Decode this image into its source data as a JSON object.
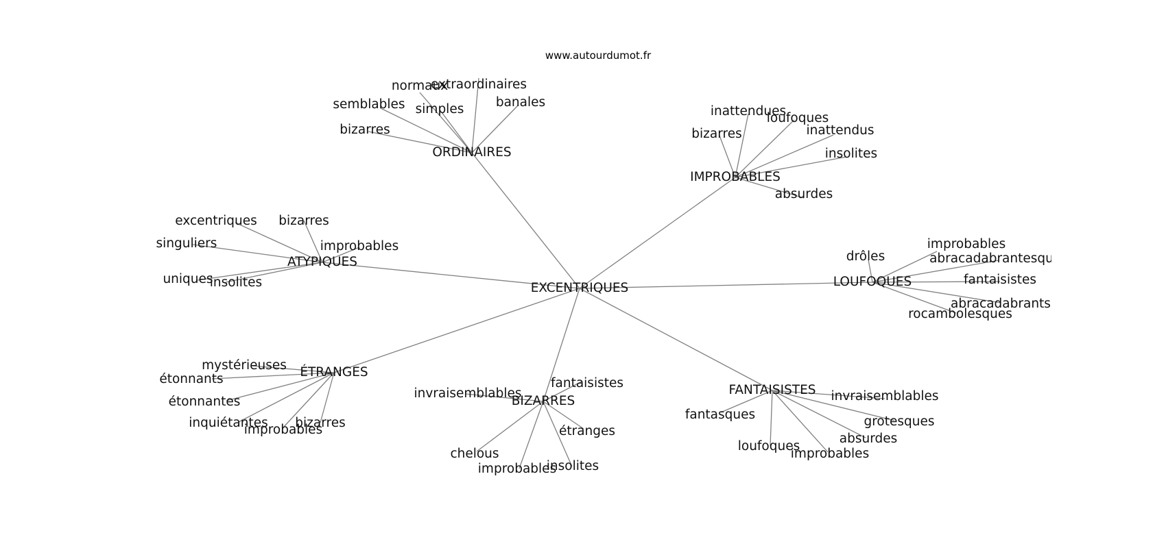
{
  "site": "www.autourdumot.fr",
  "center": "EXCENTRIQUES",
  "groups": [
    {
      "label": "ORDINAIRES",
      "words": [
        "normaux",
        "extraordinaires",
        "semblables",
        "simples",
        "banales",
        "bizarres"
      ]
    },
    {
      "label": "IMPROBABLES",
      "words": [
        "inattendues",
        "loufoques",
        "bizarres",
        "inattendus",
        "insolites",
        "absurdes"
      ]
    },
    {
      "label": "ATYPIQUES",
      "words": [
        "excentriques",
        "bizarres",
        "singuliers",
        "improbables",
        "uniques",
        "insolites"
      ]
    },
    {
      "label": "LOUFOQUES",
      "words": [
        "improbables",
        "drôles",
        "abracadabrantesques",
        "fantaisistes",
        "abracadabrants",
        "rocambolesques"
      ]
    },
    {
      "label": "ÉTRANGES",
      "words": [
        "mystérieuses",
        "étonnants",
        "étonnantes",
        "inquiétantes",
        "improbables",
        "bizarres"
      ]
    },
    {
      "label": "BIZARRES",
      "words": [
        "fantaisistes",
        "invraisemblables",
        "étranges",
        "chelous",
        "improbables",
        "insolites"
      ]
    },
    {
      "label": "FANTAISISTES",
      "words": [
        "invraisemblables",
        "fantasques",
        "grotesques",
        "absurdes",
        "loufoques",
        "improbables"
      ]
    }
  ]
}
